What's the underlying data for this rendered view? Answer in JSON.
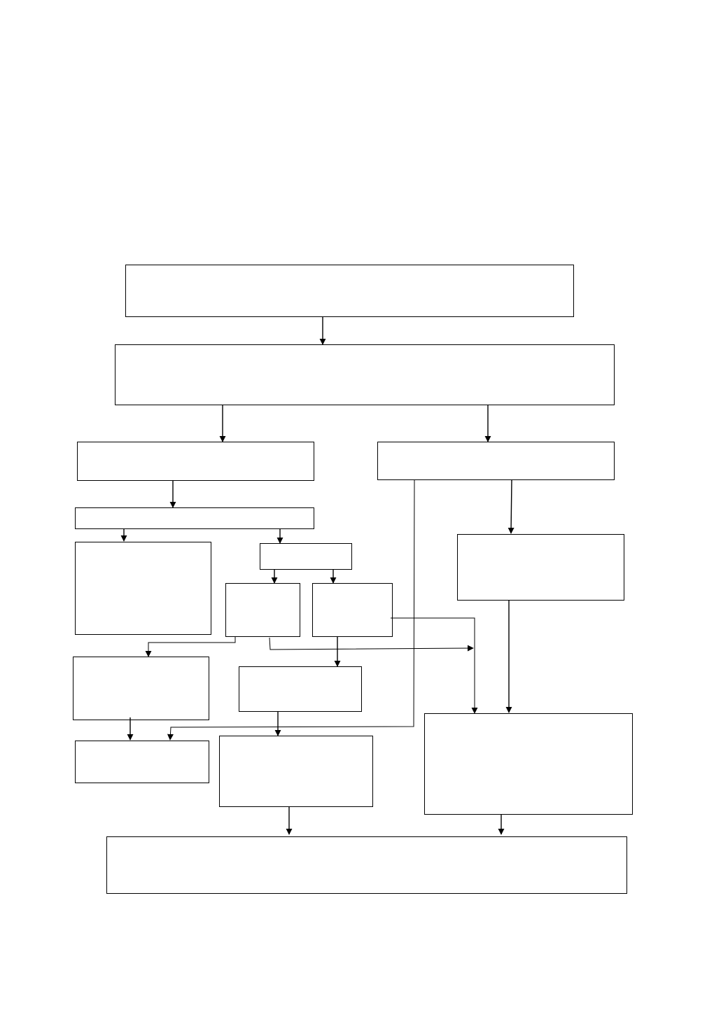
{
  "diagram": {
    "colors": {
      "stroke": "#000000",
      "fill": "#ffffff",
      "background": "#ffffff"
    },
    "boxes": [
      {
        "id": "box-1",
        "text": ""
      },
      {
        "id": "box-2",
        "text": ""
      },
      {
        "id": "box-3",
        "text": ""
      },
      {
        "id": "box-4",
        "text": ""
      },
      {
        "id": "box-5",
        "text": ""
      },
      {
        "id": "box-6",
        "text": ""
      },
      {
        "id": "box-7",
        "text": ""
      },
      {
        "id": "box-8",
        "text": ""
      },
      {
        "id": "box-9",
        "text": ""
      },
      {
        "id": "box-10",
        "text": ""
      },
      {
        "id": "box-11",
        "text": ""
      },
      {
        "id": "box-12",
        "text": ""
      },
      {
        "id": "box-13",
        "text": ""
      },
      {
        "id": "box-14",
        "text": ""
      },
      {
        "id": "box-15",
        "text": ""
      },
      {
        "id": "box-16",
        "text": ""
      },
      {
        "id": "box-17",
        "text": ""
      }
    ]
  }
}
